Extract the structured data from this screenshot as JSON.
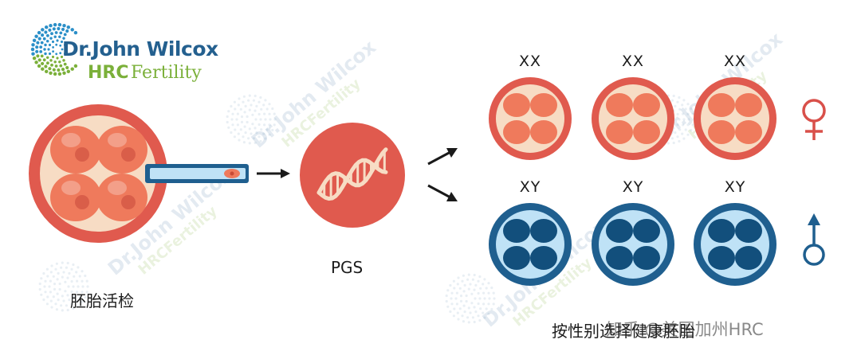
{
  "logo": {
    "name": "Dr.John Wilcox",
    "hrc": "HRC",
    "fertility": "Fertility"
  },
  "labels": {
    "biopsy": "胚胎活检",
    "pgs": "PGS",
    "select": "按性别选择健康胚胎"
  },
  "chromosomes": {
    "female": "XX",
    "male": "XY"
  },
  "watermark": {
    "name": "Dr.John Wilcox",
    "sub": "HRCFertility"
  },
  "caption": "知乎 @美国加州HRC",
  "colors": {
    "red_outer": "#e05a4e",
    "red_inner": "#f7dcc4",
    "red_cell": "#ef7a5c",
    "blue_outer": "#1f5f8f",
    "blue_inner": "#bfe2f6",
    "blue_cell": "#124f7c",
    "female_symbol": "#d9504a",
    "male_symbol": "#1f5f8f"
  }
}
